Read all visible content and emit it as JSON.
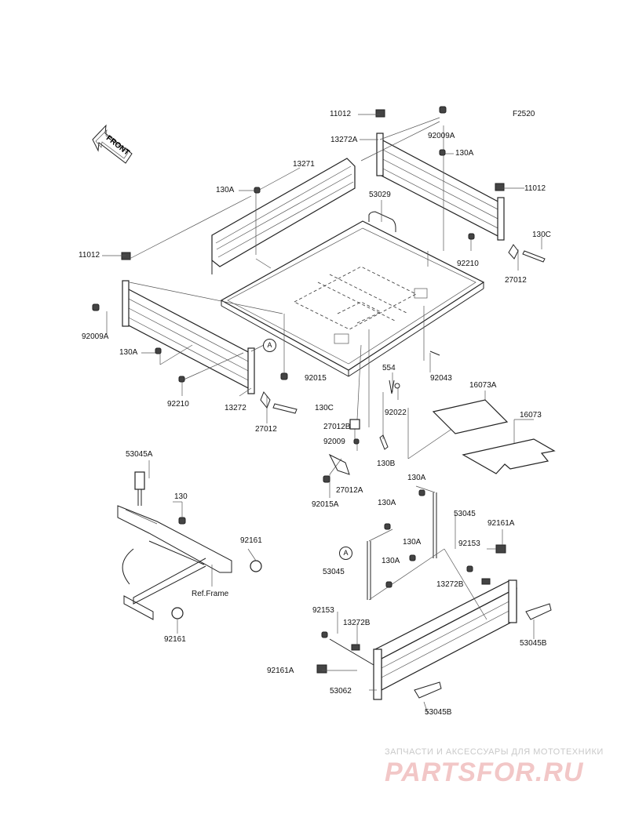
{
  "figure_code": "F2520",
  "front_label": "FRONT",
  "callout_a": "A",
  "ref_frame": "Ref.Frame",
  "labels": {
    "l11012_top": "11012",
    "l13272A": "13272A",
    "l92009A_top": "92009A",
    "l130A_top": "130A",
    "l11012_right": "11012",
    "l13271": "13271",
    "l130A_left": "130A",
    "l53029": "53029",
    "l130C_right": "130C",
    "l11012_left": "11012",
    "l92210_right": "92210",
    "l27012_right": "27012",
    "l92009A_left": "92009A",
    "l130A_mid": "130A",
    "l92015": "92015",
    "l554": "554",
    "l92043": "92043",
    "l92210_left": "92210",
    "l13272": "13272",
    "l130C_mid": "130C",
    "l92022": "92022",
    "l16073A": "16073A",
    "l27012_left": "27012",
    "l27012B": "27012B",
    "l16073": "16073",
    "l92009": "92009",
    "l130B": "130B",
    "l53045A": "53045A",
    "l27012A": "27012A",
    "l130_left": "130",
    "l92015A": "92015A",
    "l130A_b1": "130A",
    "l130A_b2": "130A",
    "l53045_top": "53045",
    "l92161A_right": "92161A",
    "l92161_top": "92161",
    "l130A_b3": "130A",
    "l92153_right": "92153",
    "l53045_left": "53045",
    "l130A_b4": "130A",
    "l13272B_right": "13272B",
    "l92161_bottom": "92161",
    "l92153_left": "92153",
    "l13272B_left": "13272B",
    "l53045B_right": "53045B",
    "l92161A_left": "92161A",
    "l53062": "53062",
    "l53045B_bottom": "53045B"
  },
  "watermark": {
    "line1": "ЗАПЧАСТИ И АКСЕССУАРЫ ДЛЯ МОТОТЕХНИКИ",
    "line2": "PARTSFOR.RU"
  }
}
